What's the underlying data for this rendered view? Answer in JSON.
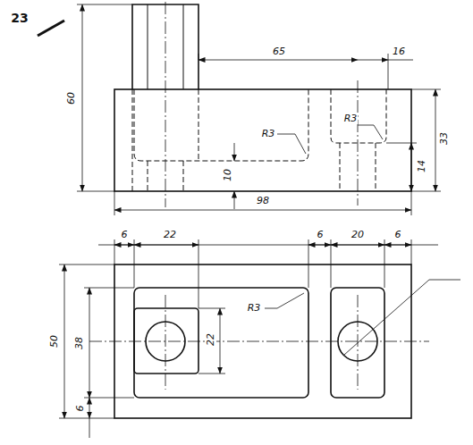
{
  "diagram": {
    "labels": [
      "23",
      "60",
      "65",
      "16",
      "R3",
      "R3",
      "33",
      "10",
      "14",
      "98",
      "6",
      "22",
      "6",
      "20",
      "6",
      "R3",
      "22",
      "50",
      "38",
      "6"
    ]
  }
}
